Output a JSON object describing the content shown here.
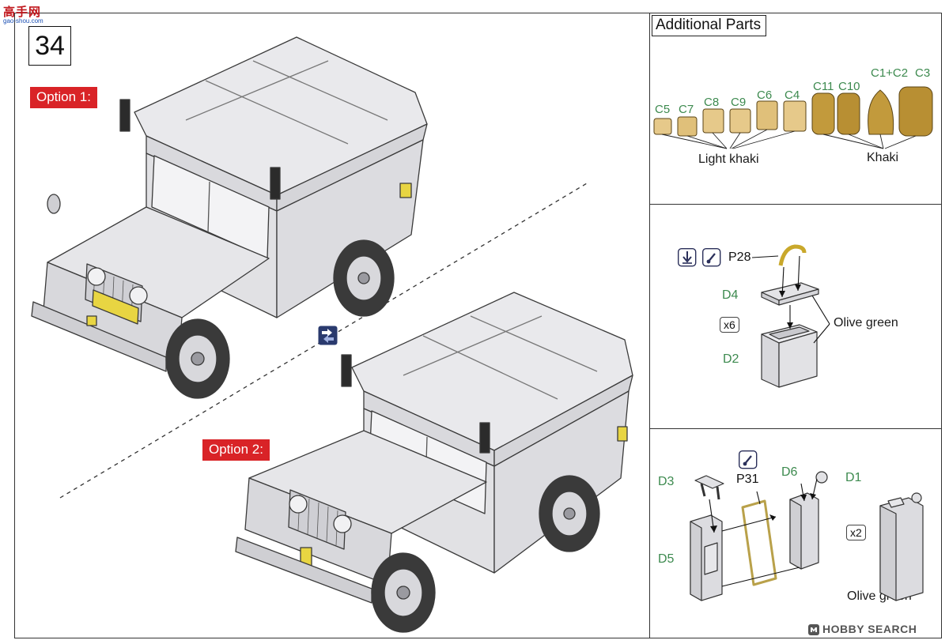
{
  "logo": {
    "text": "高手网",
    "subtext": "gao-shou.com"
  },
  "step": {
    "number": "34"
  },
  "options": {
    "option1": "Option 1:",
    "option2": "Option 2:"
  },
  "additional_parts": {
    "title": "Additional Parts",
    "light_codes": [
      "C5",
      "C7",
      "C8",
      "C9",
      "C6",
      "C4"
    ],
    "khaki_codes": [
      "C11",
      "C10",
      "C1+C2",
      "C3"
    ],
    "light_label": "Light khaki",
    "khaki_label": "Khaki"
  },
  "battery_panel": {
    "part": "P28",
    "lid": "D4",
    "box": "D2",
    "multiplier": "x6",
    "color_label": "Olive green"
  },
  "jerrycan_panel": {
    "part": "P31",
    "d3": "D3",
    "d6": "D6",
    "d1": "D1",
    "d5": "D5",
    "multiplier": "x2",
    "color_label": "Olive green"
  },
  "watermark": {
    "text": "HOBBY SEARCH"
  },
  "colors": {
    "frame": "#333333",
    "option_badge": "#d92327",
    "part_code": "#3d8a4f",
    "resin_khaki": "#c29a3c",
    "resin_light": "#e6c98a",
    "model_grey": "#e3e3e6",
    "photo_etch": "#b9a14a"
  },
  "icons": [
    "mirror-arrow-icon",
    "glue-icon",
    "bend-icon",
    "hobby-search-icon"
  ]
}
